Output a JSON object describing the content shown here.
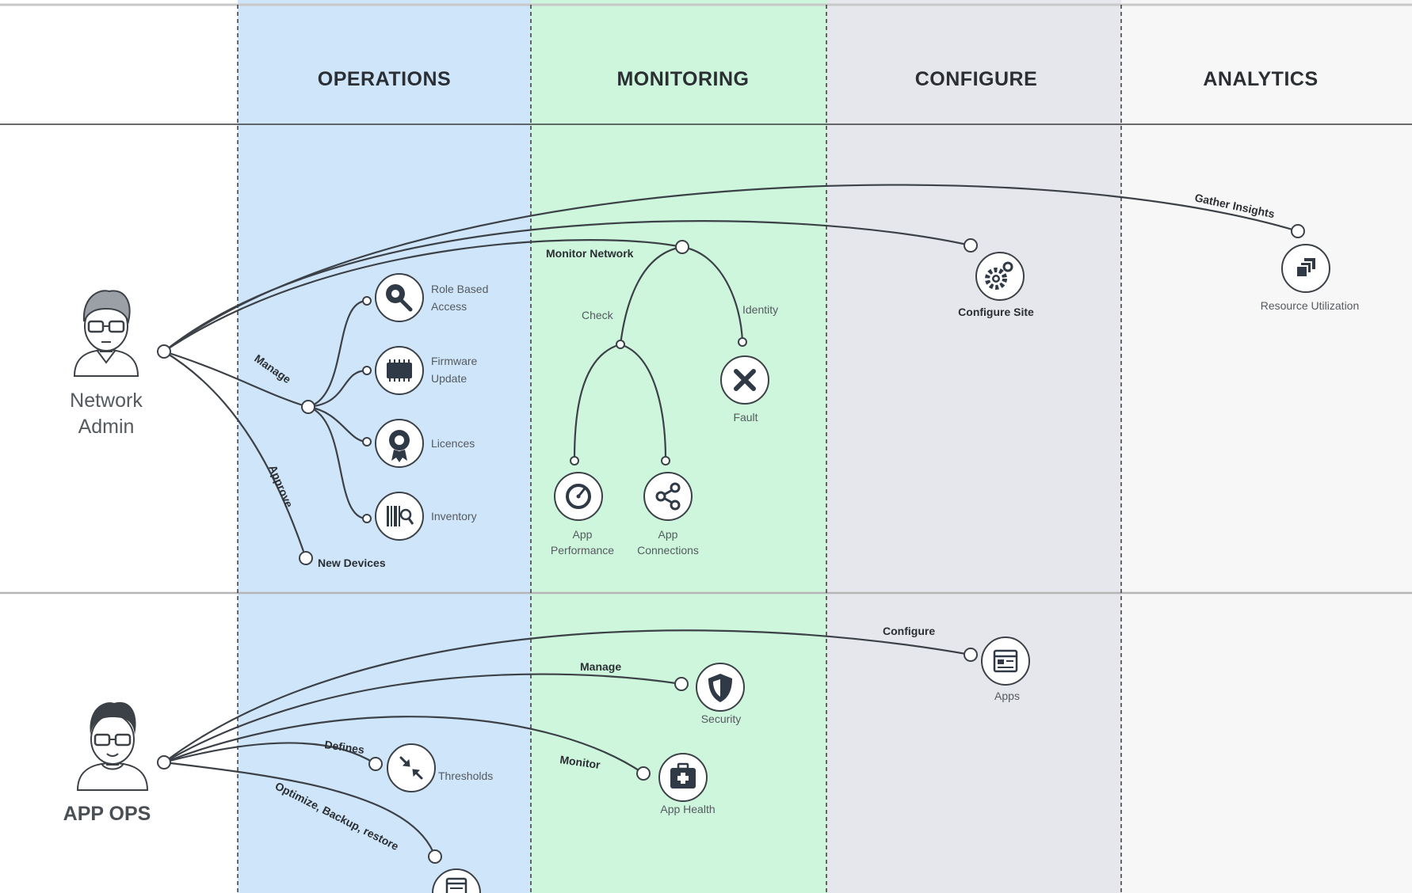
{
  "colors": {
    "operations_bg": "#cfe5f9",
    "monitoring_bg": "#cdf6dd",
    "configure_bg": "#e6e7ec",
    "analytics_bg": "#f7f7f7",
    "ink": "#2f3a46"
  },
  "columns": {
    "operations": "OPERATIONS",
    "monitoring": "MONITORING",
    "configure": "CONFIGURE",
    "analytics": "ANALYTICS"
  },
  "personas": {
    "network_admin": {
      "line1": "Network",
      "line2": "Admin",
      "icon": "network-admin-avatar-icon"
    },
    "app_ops": {
      "label": "APP OPS",
      "icon": "app-ops-avatar-icon"
    }
  },
  "network_admin_flow": {
    "manage_label": "Manage",
    "approve_label": "Approve",
    "new_devices": "New Devices",
    "role_based_access": {
      "line1": "Role Based",
      "line2": "Access",
      "icon": "search-gear-icon"
    },
    "firmware_update": {
      "line1": "Firmware",
      "line2": "Update",
      "icon": "chip-icon"
    },
    "licences": {
      "label": "Licences",
      "icon": "badge-icon"
    },
    "inventory": {
      "label": "Inventory",
      "icon": "barcode-icon"
    },
    "monitor_network_label": "Monitor Network",
    "check_label": "Check",
    "identity_label": "Identity",
    "fault": {
      "label": "Fault",
      "icon": "close-icon"
    },
    "app_performance": {
      "line1": "App",
      "line2": "Performance",
      "icon": "gauge-icon"
    },
    "app_connections": {
      "line1": "App",
      "line2": "Connections",
      "icon": "share-icon"
    },
    "configure_site": {
      "label": "Configure Site",
      "icon": "gears-icon"
    },
    "gather_insights_label": "Gather Insights",
    "resource_utilization": {
      "label": "Resource Utilization",
      "icon": "stack-icon"
    }
  },
  "app_ops_flow": {
    "configure_label": "Configure",
    "apps": {
      "label": "Apps",
      "icon": "app-window-icon"
    },
    "manage_label": "Manage",
    "security": {
      "label": "Security",
      "icon": "shield-icon"
    },
    "monitor_label": "Monitor",
    "app_health": {
      "label": "App Health",
      "icon": "medkit-icon"
    },
    "defines_label": "Defines",
    "thresholds": {
      "label": "Thresholds",
      "icon": "arrows-in-icon"
    },
    "optimize_label": "Optimize, Backup, restore",
    "backup": {
      "icon": "document-icon"
    }
  }
}
